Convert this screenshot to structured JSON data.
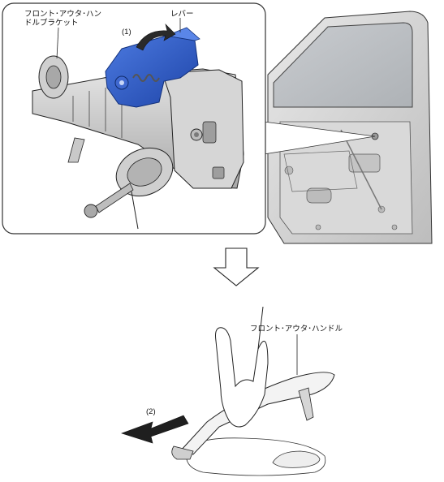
{
  "labels": {
    "bracket": "フロント･アウタ･ハン\nドルブラケット",
    "lever": "レバー",
    "step1": "(1)",
    "handle": "フロント･アウタ･ハンドル",
    "step2": "(2)"
  },
  "colors": {
    "lever": "#2f5fc6",
    "line": "#222222",
    "door_panel": "#d4d4d4",
    "door_glass": "#bfc3c7",
    "part_gray": "#c9c9c9",
    "frame_border": "#333333"
  }
}
